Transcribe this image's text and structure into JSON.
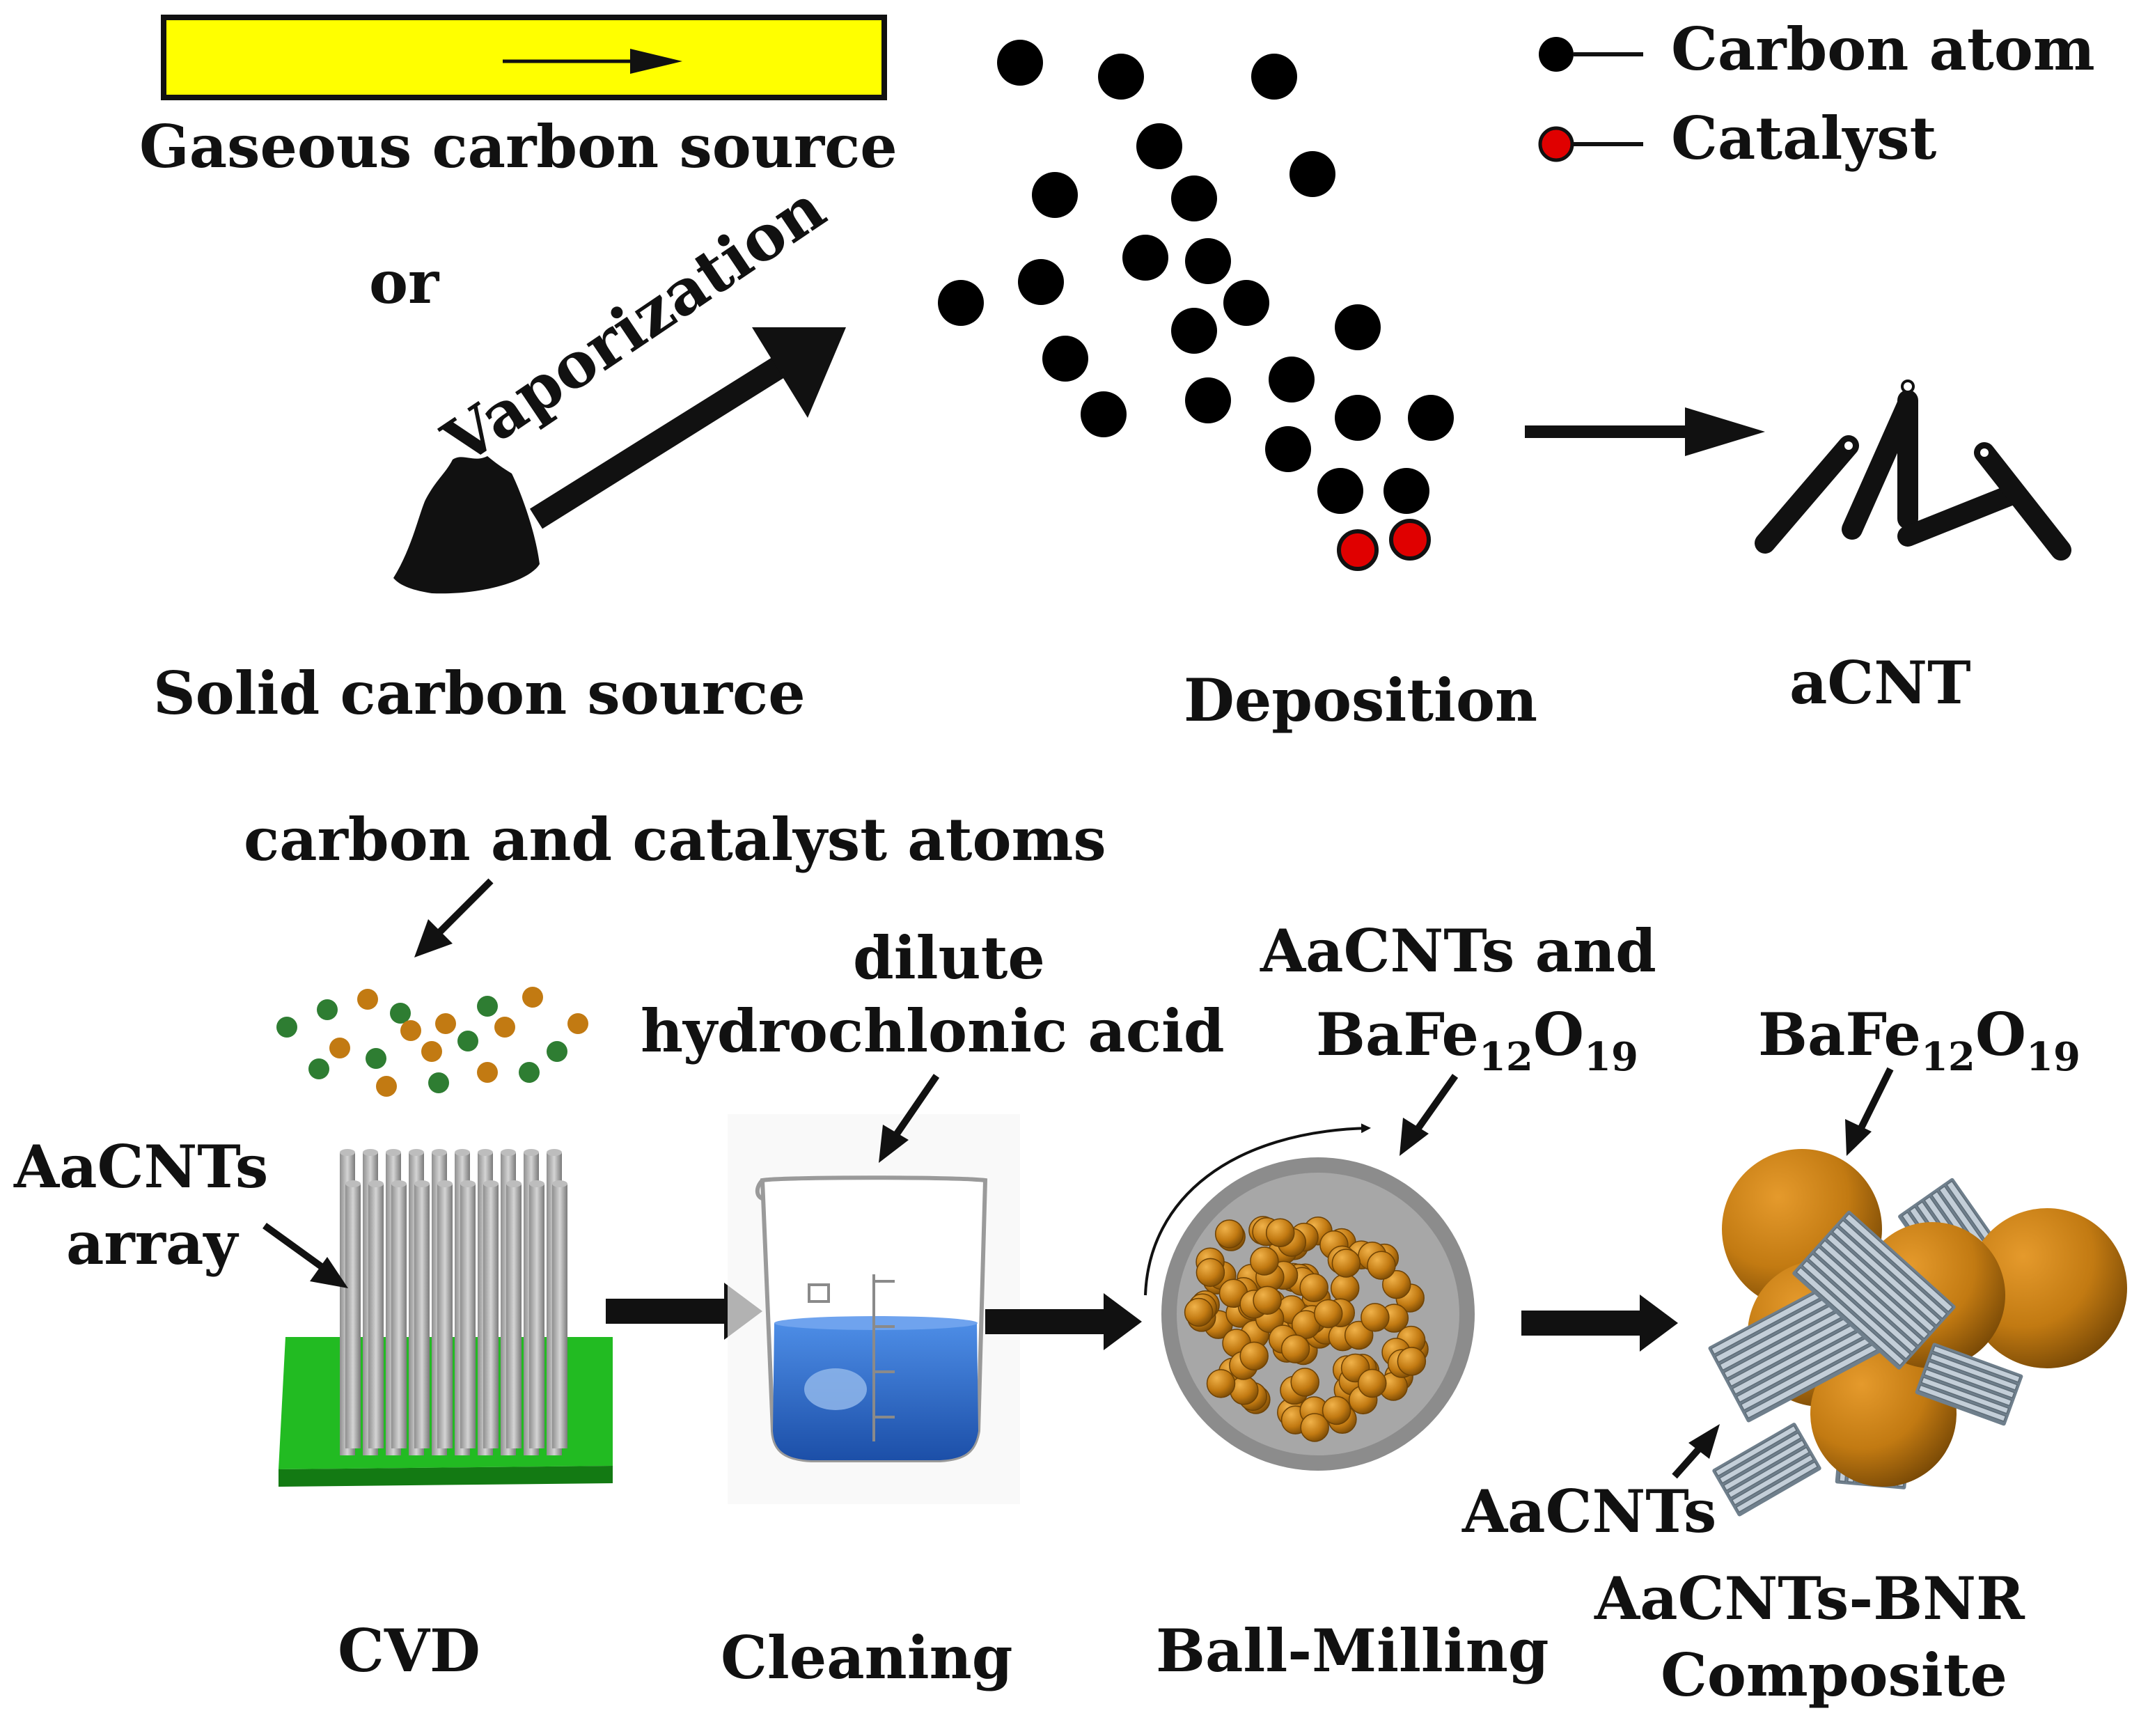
{
  "top": {
    "gaseous_label": "Gaseous carbon source",
    "or_label": "or",
    "vaporization_label": "Vaporization",
    "solid_label": "Solid carbon source",
    "deposition_label": "Deposition",
    "acnt_label": "aCNT",
    "legend": {
      "carbon_label": "Carbon atom",
      "catalyst_label": "Catalyst",
      "carbon_color": "#000000",
      "catalyst_color": "#e00000"
    },
    "gas_tube_color": "#ffff00"
  },
  "bottom": {
    "atoms_label": "carbon and catalyst atoms",
    "array_label_1": "AaCNTs",
    "array_label_2": "array",
    "acid_label_1": "dilute",
    "acid_label_2": "hydrochlonic acid",
    "mill_label_1": "AaCNTs and",
    "mill_label_2_base": "BaFe",
    "mill_label_2_sub1": "12",
    "mill_label_2_mid": "O",
    "mill_label_2_sub2": "19",
    "composite_ferrite_base": "BaFe",
    "composite_ferrite_sub1": "12",
    "composite_ferrite_mid": "O",
    "composite_ferrite_sub2": "19",
    "composite_cnt_label": "AaCNTs",
    "step_cvd": "CVD",
    "step_cleaning": "Cleaning",
    "step_milling": "Ball-Milling",
    "step_composite_1": "AaCNTs-BNR",
    "step_composite_2": "Composite",
    "substrate_color": "#22bb22",
    "liquid_color": "#2f6fd6",
    "ferrite_color": "#c27a12",
    "catalyst_atom_color": "#2e7d32"
  }
}
